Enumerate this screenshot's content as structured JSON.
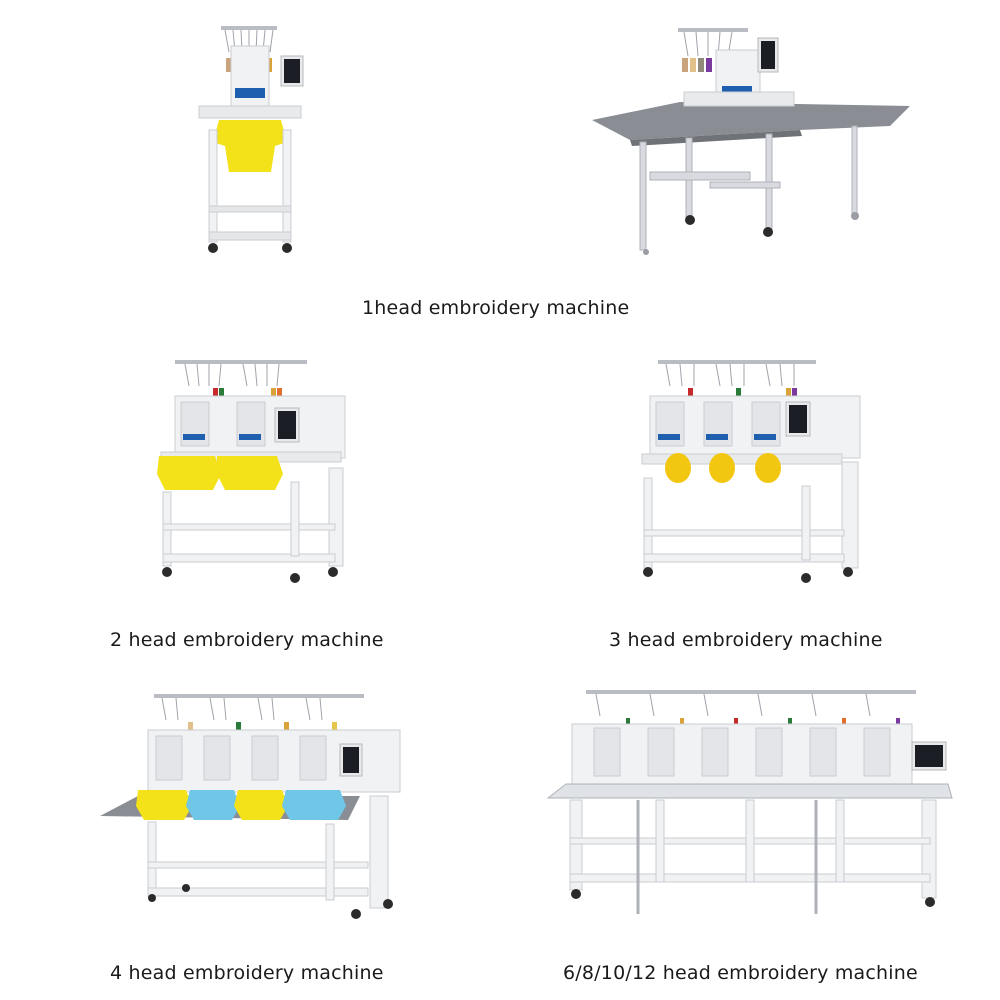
{
  "captions": {
    "one_head": "1head embroidery machine",
    "two_head": "2 head embroidery machine",
    "three_head": "3 head embroidery machine",
    "four_head": "4 head embroidery machine",
    "multi_head": "6/8/10/12 head embroidery machine"
  },
  "colors": {
    "machine_body": "#f1f2f4",
    "machine_shadow": "#c9ccd2",
    "table_top": "#8a8e94",
    "garment_yellow": "#f3e21a",
    "garment_blue": "#6fc6e6",
    "hoop_yellow": "#f2c712",
    "screen": "#1b1e24",
    "caster": "#2b2b2b"
  }
}
